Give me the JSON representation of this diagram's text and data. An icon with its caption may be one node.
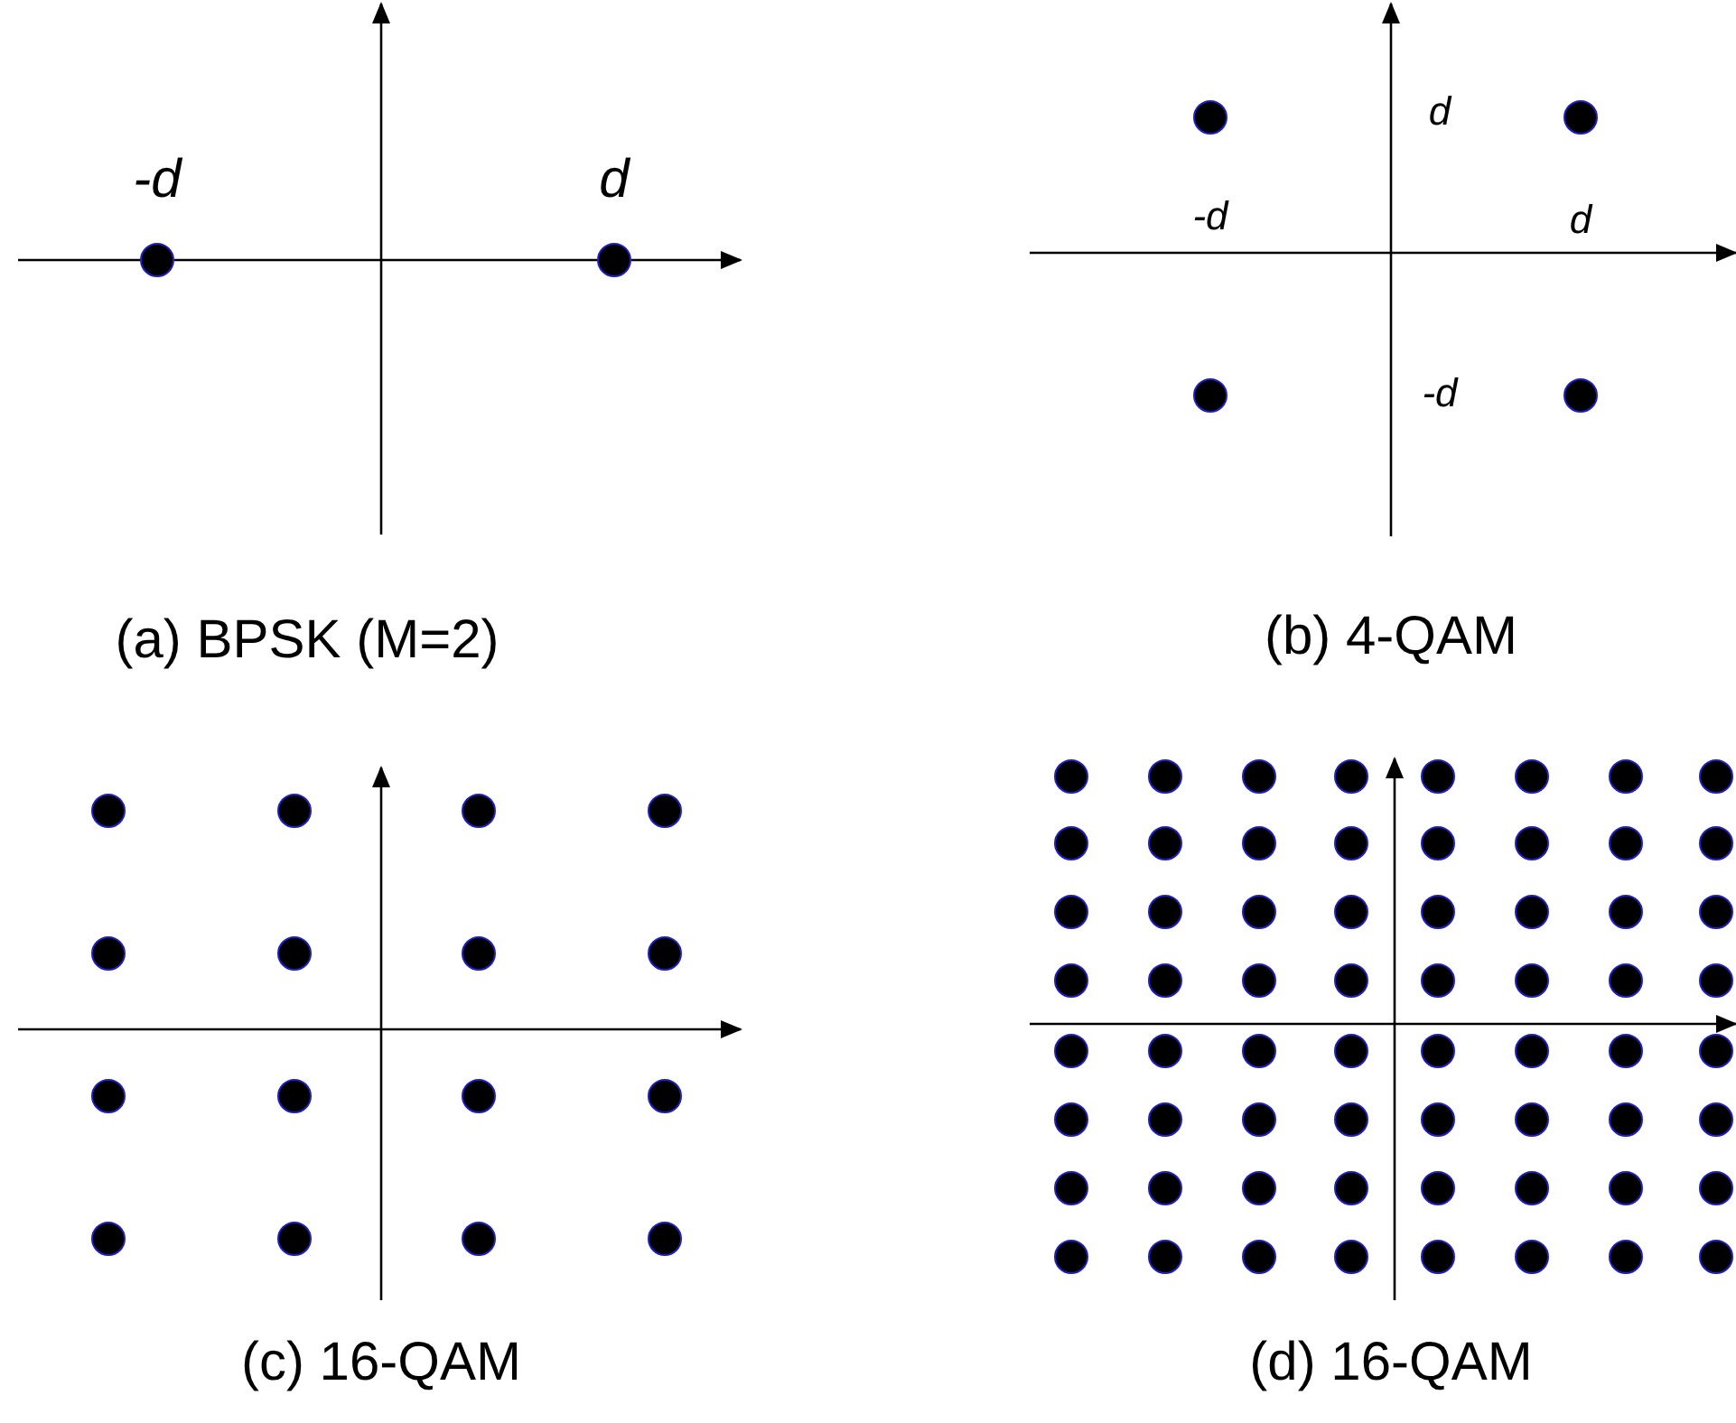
{
  "diagram": {
    "labels": [
      "-d",
      "d",
      "d",
      "-d",
      "d",
      "-d",
      "(a) BPSK (M=2)",
      "(b) 4-QAM",
      "(c) 16-QAM",
      "(d) 16-QAM"
    ]
  }
}
